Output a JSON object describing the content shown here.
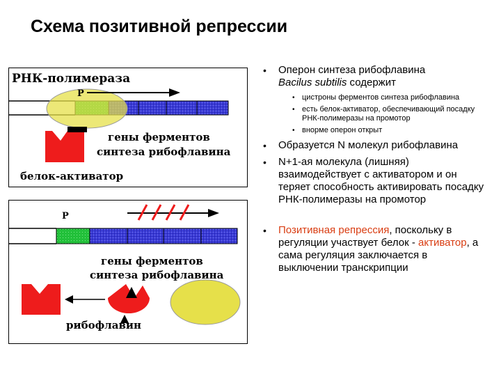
{
  "title": "Схема позитивной репрессии",
  "top_diagram": {
    "polymerase_label": "РНК-полимераза",
    "promoter_label": "Р",
    "genes_label_line1": "гены ферментов",
    "genes_label_line2": "синтеза рибофлавина",
    "activator_label": "белок-активатор"
  },
  "bottom_diagram": {
    "promoter_label": "Р",
    "genes_label_line1": "гены ферментов",
    "genes_label_line2": "синтеза рибофлавина",
    "riboflavin_label": "рибофлавин"
  },
  "bullets": {
    "b1_line1": "Оперон синтеза рибофлавина",
    "b1_line2_italic": "Bacilus subtilis",
    "b1_line2_rest": " содержит",
    "b1_sub1": "цистроны ферментов синтеза рибофлавина",
    "b1_sub2": "есть белок-активатор, обеспечивающий посадку РНК-полимеразы на промотор",
    "b1_sub3": "вноpме оперон открыт",
    "b2": "Образуется N молекул рибофлавина",
    "b3": "N+1-ая молекула (лишняя) взаимодействует с активатором и он теряет способность активировать посадку РНК-полимеразы на промотор",
    "b4_red1": "Позитивная репрессия",
    "b4_text1": ", поскольку в регуляции участвует белок - ",
    "b4_red2": "активатор",
    "b4_text2": ", а сама регуляция заключается в выключении транскрипции"
  },
  "colors": {
    "accent_red": "#d93d12",
    "gene_blue": "#3a3bd6",
    "promoter_green": "#22c03a",
    "polymerase_yellow": "#e6e04a",
    "protein_red": "#ee1c1c"
  }
}
